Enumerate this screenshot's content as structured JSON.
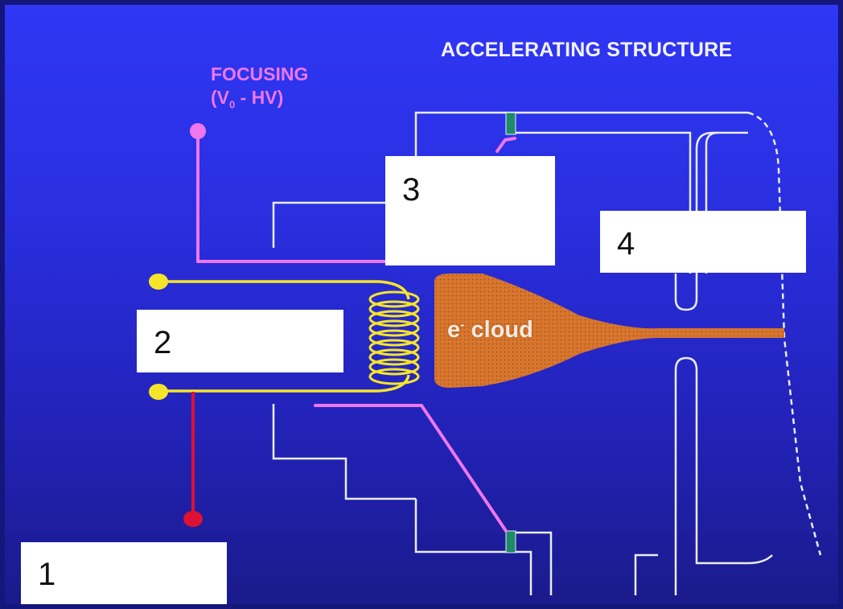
{
  "title": "ACCELERATING STRUCTURE",
  "focusing": {
    "line1": "FOCUSING",
    "v": "(V",
    "sub": "0",
    "rest": " - HV)"
  },
  "cloud": {
    "e": "e",
    "sup": "-",
    "word": " cloud"
  },
  "boxes": [
    {
      "num": "1"
    },
    {
      "num": "2"
    },
    {
      "num": "3"
    },
    {
      "num": "4"
    }
  ],
  "colors": {
    "focus": "#ee77ee",
    "heater": "#f5e52a",
    "cathode": "#dd1133",
    "cloud": "#d9762e",
    "structure": "#e8ecf4",
    "window": "#1e8a6a"
  }
}
